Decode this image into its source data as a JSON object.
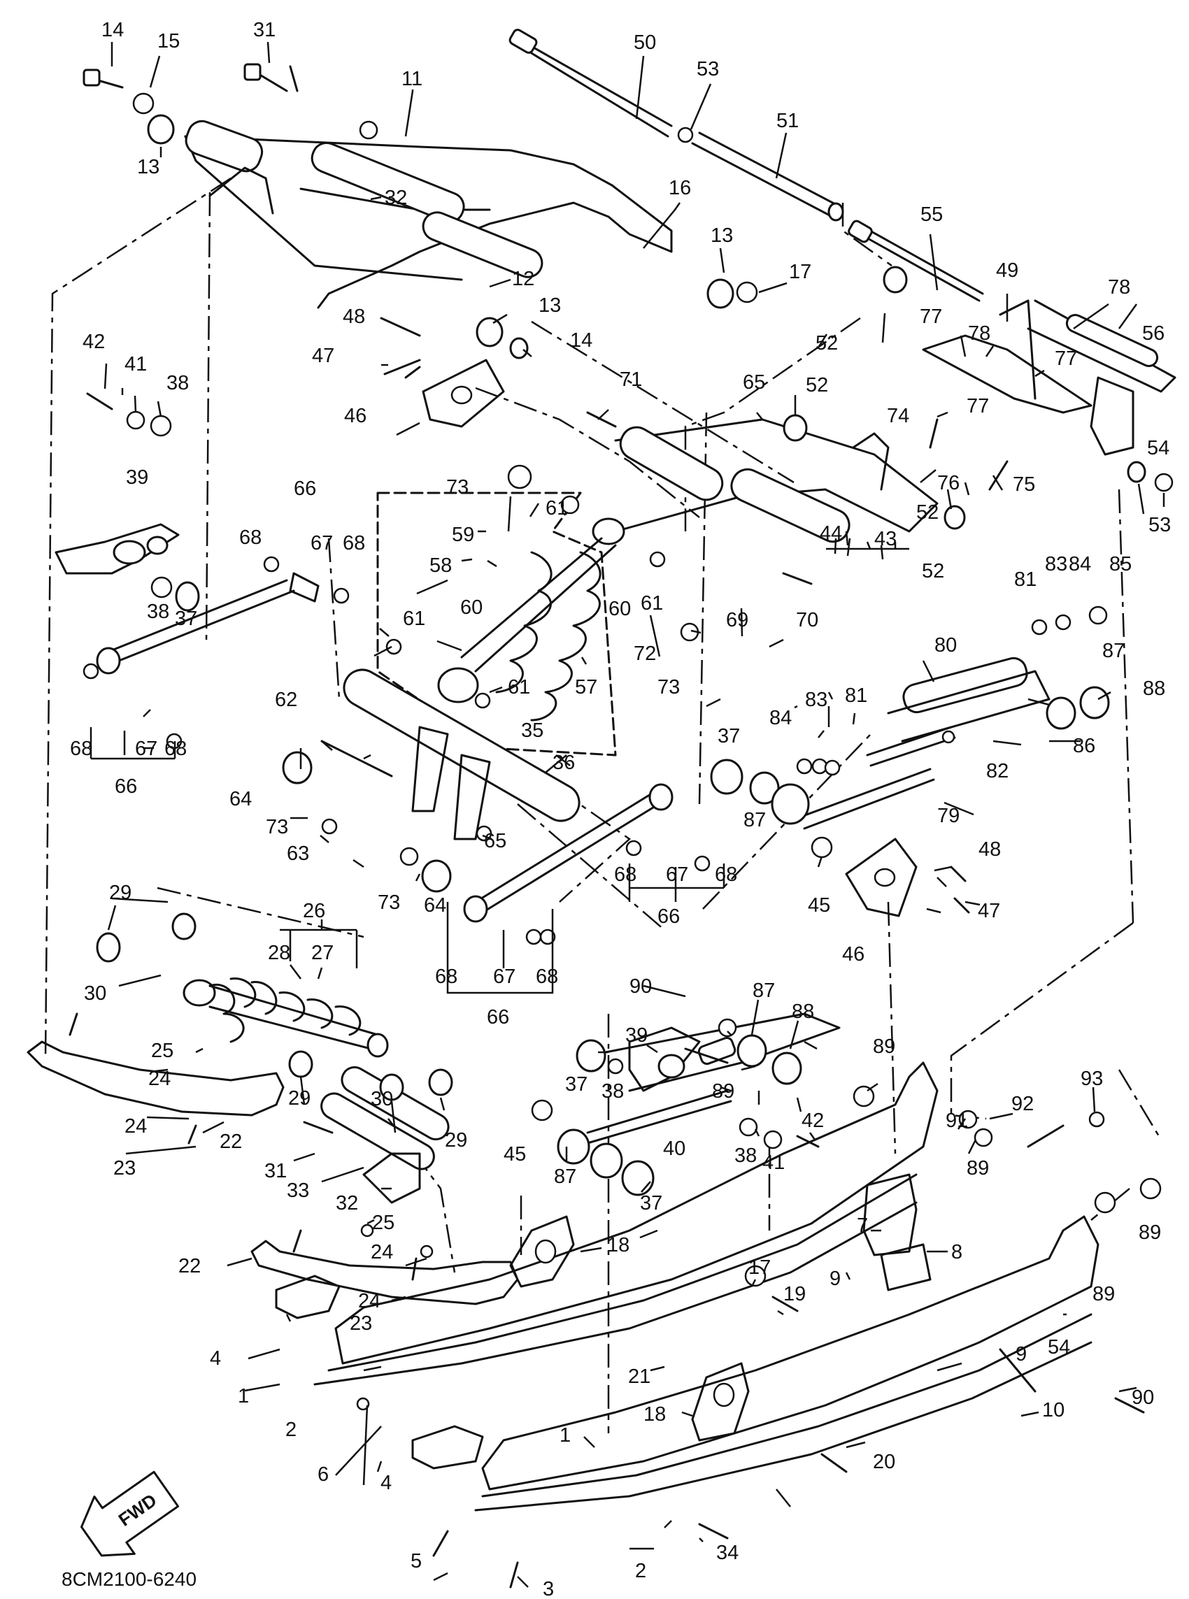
{
  "drawing_code": "8CM2100-6240",
  "fwd_arrow_text": "FWD",
  "callouts": {
    "c1": "14",
    "c2": "15",
    "c3": "31",
    "c4": "11",
    "c5": "50",
    "c6": "53",
    "c7": "51",
    "c8": "13",
    "c9": "32",
    "c10": "16",
    "c11": "13",
    "c12": "17",
    "c13": "55",
    "c14": "12",
    "c15": "13",
    "c16": "48",
    "c17": "14",
    "c18": "49",
    "c19": "78",
    "c20": "56",
    "c21": "52",
    "c22": "77",
    "c23": "78",
    "c24": "77",
    "c25": "42",
    "c26": "41",
    "c27": "38",
    "c28": "47",
    "c29": "46",
    "c30": "71",
    "c31": "65",
    "c32": "52",
    "c33": "74",
    "c34": "77",
    "c35": "54",
    "c36": "76",
    "c37": "75",
    "c38": "39",
    "c39": "66",
    "c40": "73",
    "c41": "61",
    "c42": "52",
    "c43": "53",
    "c44": "68",
    "c45": "67",
    "c46": "68",
    "c47": "59",
    "c48": "58",
    "c49": "44",
    "c50": "43",
    "c51": "52",
    "c52": "38",
    "c53": "37",
    "c54": "60",
    "c55": "61",
    "c56": "69",
    "c57": "70",
    "c58": "81",
    "c59": "83",
    "c60": "84",
    "c61": "85",
    "c62": "61",
    "c63": "60",
    "c64": "72",
    "c65": "73",
    "c66": "80",
    "c67": "87",
    "c68": "88",
    "c69": "68",
    "c70": "67",
    "c71": "68",
    "c72": "61",
    "c73": "57",
    "c74": "62",
    "c75": "35",
    "c76": "84",
    "c77": "83",
    "c78": "81",
    "c79": "86",
    "c80": "66",
    "c81": "36",
    "c82": "37",
    "c83": "82",
    "c84": "64",
    "c85": "73",
    "c86": "65",
    "c87": "79",
    "c88": "63",
    "c89": "87",
    "c90": "48",
    "c91": "73",
    "c92": "68",
    "c93": "67",
    "c94": "68",
    "c95": "45",
    "c96": "47",
    "c97": "64",
    "c98": "66",
    "c99": "46",
    "c100": "29",
    "c101": "26",
    "c102": "28",
    "c103": "27",
    "c104": "68",
    "c105": "67",
    "c106": "68",
    "c107": "30",
    "c108": "66",
    "c109": "90",
    "c110": "87",
    "c111": "88",
    "c112": "39",
    "c113": "89",
    "c114": "25",
    "c115": "24",
    "c116": "37",
    "c117": "38",
    "c118": "89",
    "c119": "93",
    "c120": "29",
    "c121": "30",
    "c122": "92",
    "c123": "91",
    "c124": "24",
    "c125": "29",
    "c126": "45",
    "c127": "42",
    "c128": "40",
    "c129": "38",
    "c130": "41",
    "c131": "89",
    "c132": "23",
    "c133": "22",
    "c134": "31",
    "c135": "33",
    "c136": "87",
    "c137": "37",
    "c138": "32",
    "c139": "18",
    "c140": "7",
    "c141": "89",
    "c142": "25",
    "c143": "8",
    "c144": "22",
    "c145": "24",
    "c146": "89",
    "c147": "9",
    "c148": "17",
    "c149": "24",
    "c150": "19",
    "c151": "23",
    "c152": "54",
    "c153": "4",
    "c154": "9",
    "c155": "21",
    "c156": "90",
    "c157": "1",
    "c158": "18",
    "c159": "10",
    "c160": "2",
    "c161": "1",
    "c162": "20",
    "c163": "6",
    "c164": "4",
    "c165": "34",
    "c166": "5",
    "c167": "2",
    "c168": "3"
  }
}
